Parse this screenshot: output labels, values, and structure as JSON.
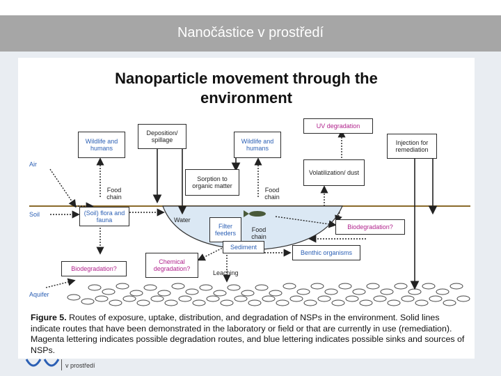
{
  "slide": {
    "title": "Nanočástice v prostředí",
    "footer": "v prostředí"
  },
  "figure": {
    "heading_line1": "Nanoparticle movement through the",
    "heading_line2": "environment",
    "caption_bold": "Figure 5.",
    "caption_rest": " Routes of exposure, uptake, distribution, and degradation of NSPs in the environment. Solid lines indicate routes that have been demonstrated in the laboratory or field or that are currently in use (remediation). Magenta lettering indicates possible degradation routes, and blue lettering indicates possible sinks and sources of NSPs.",
    "zones": {
      "air": "Air",
      "soil": "Soil",
      "aquifer": "Aquifer"
    },
    "boxes": {
      "wildlife1": "Wildlife and humans",
      "deposition": "Deposition/ spillage",
      "wildlife2": "Wildlife and humans",
      "uv": "UV degradation",
      "injection": "Injection for remediation",
      "sorption": "Sorption to organic matter",
      "volatilization": "Volatilization/ dust",
      "soil_flora": "(Soil) flora and fauna",
      "filter_feeders": "Filter feeders",
      "biodeg_right": "Biodegradation?",
      "sediment": "Sediment",
      "chemical": "Chemical degradation?",
      "benthic": "Benthic organisms",
      "biodeg_left": "Biodegradation?"
    },
    "labels": {
      "food_chain_1": "Food chain",
      "food_chain_2": "Food chain",
      "food_chain_3": "Food chain",
      "water": "Water",
      "leaching": "Leaching"
    }
  }
}
